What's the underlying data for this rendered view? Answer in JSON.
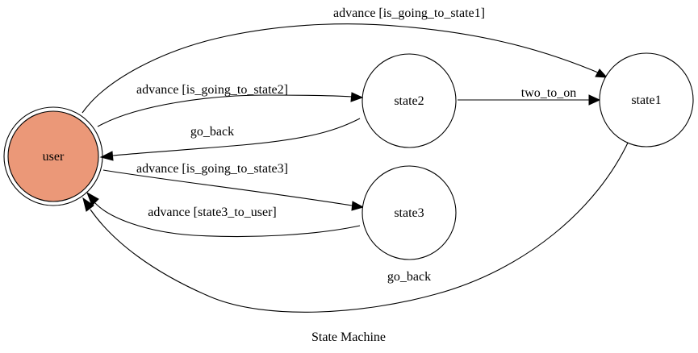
{
  "diagram": {
    "title": "State Machine",
    "nodes": {
      "user": {
        "label": "user",
        "fill": "#eb9878",
        "stroke": "#ff0000",
        "initial": true
      },
      "state1": {
        "label": "state1"
      },
      "state2": {
        "label": "state2"
      },
      "state3": {
        "label": "state3"
      }
    },
    "edges": [
      {
        "from": "user",
        "to": "state1",
        "label": "advance [is_going_to_state1]"
      },
      {
        "from": "user",
        "to": "state2",
        "label": "advance [is_going_to_state2]"
      },
      {
        "from": "state2",
        "to": "user",
        "label": "go_back"
      },
      {
        "from": "user",
        "to": "state3",
        "label": "advance [is_going_to_state3]"
      },
      {
        "from": "state3",
        "to": "user",
        "label": "advance [state3_to_user]"
      },
      {
        "from": "state2",
        "to": "state1",
        "label": "two_to_on"
      },
      {
        "from": "state1",
        "to": "user",
        "label": "go_back"
      }
    ]
  }
}
